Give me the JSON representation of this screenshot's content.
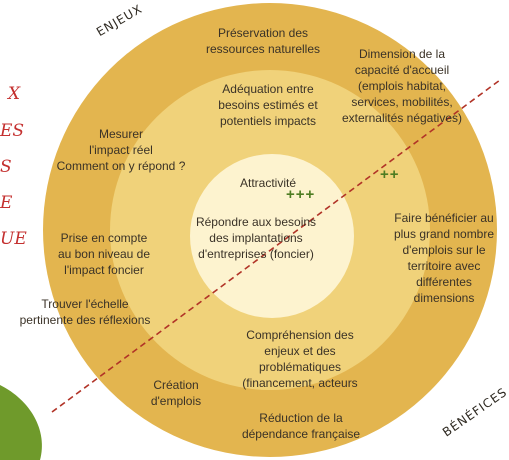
{
  "outer_ring": {
    "corner_labels": {
      "enjeux": "ENJEUX",
      "benefices": "BÉNÉFICES"
    },
    "items": {
      "preservation": [
        "Préservation des",
        "ressources naturelles"
      ],
      "capacite": [
        "Dimension de la",
        "capacité d'accueil",
        "(emplois habitat,",
        "services, mobilités,",
        "externalités négatives)"
      ],
      "mesurer": [
        "Mesurer",
        "l'impact réel",
        "Comment on y répond ?"
      ],
      "foncier": [
        "Prise en compte",
        "au bon niveau de",
        "l'impact foncier"
      ],
      "echelle": [
        "Trouver l'échelle",
        "pertinente des réflexions"
      ],
      "emplois_dimensions": [
        "Faire bénéficier au",
        "plus grand nombre",
        "d'emplois sur le",
        "territoire avec",
        "différentes",
        "dimensions"
      ],
      "creation": [
        "Création",
        "d'emplois"
      ],
      "reduction": [
        "Réduction de la",
        "dépendance française"
      ]
    }
  },
  "middle_ring": {
    "adequation": [
      "Adéquation entre",
      "besoins estimés et",
      "potentiels impacts"
    ],
    "comprehension": [
      "Compréhension des",
      "enjeux et des",
      "problématiques",
      "(financement, acteurs"
    ],
    "intensity": "++"
  },
  "inner_ring": {
    "attractivite": "Attractivité",
    "intensity": "+++",
    "repondre": [
      "Répondre aux besoins",
      "des implantations",
      "d'entreprises (foncier)"
    ]
  },
  "left_cutoff_text": [
    "X",
    "ES",
    "S",
    "E",
    "UE"
  ],
  "colors": {
    "outer": "#e3b54f",
    "middle": "#f0d27a",
    "inner": "#fdf3cf",
    "divider": "#b13327",
    "plus": "#4e7d23",
    "leaf": "#6f9a2b"
  }
}
